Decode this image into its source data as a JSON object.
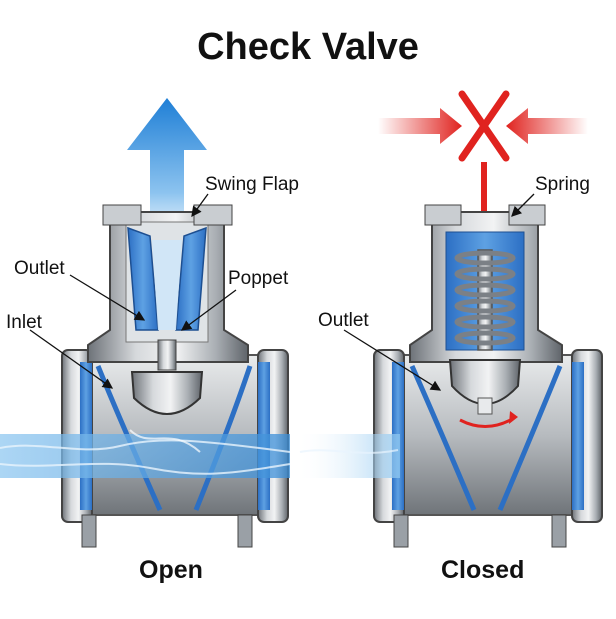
{
  "title": "Check Valve",
  "open_panel": {
    "caption": "Open",
    "labels": {
      "swing_flap": "Swing Flap",
      "outlet": "Outlet",
      "poppet": "Poppet",
      "inlet": "Inlet"
    }
  },
  "closed_panel": {
    "caption": "Closed",
    "labels": {
      "spring": "Spring",
      "outlet": "Outlet"
    }
  },
  "colors": {
    "flow_blue": "#1f7fd6",
    "water_blue": "#4aa3e6",
    "steel_gray": "#9aa0a6",
    "blocked_red": "#e0231f",
    "gasket_blue": "#2c6fc4"
  },
  "icons": [
    "up-flow-arrow",
    "blocked-x-icon",
    "inward-red-arrows",
    "down-red-arrow",
    "rotation-arrow"
  ]
}
